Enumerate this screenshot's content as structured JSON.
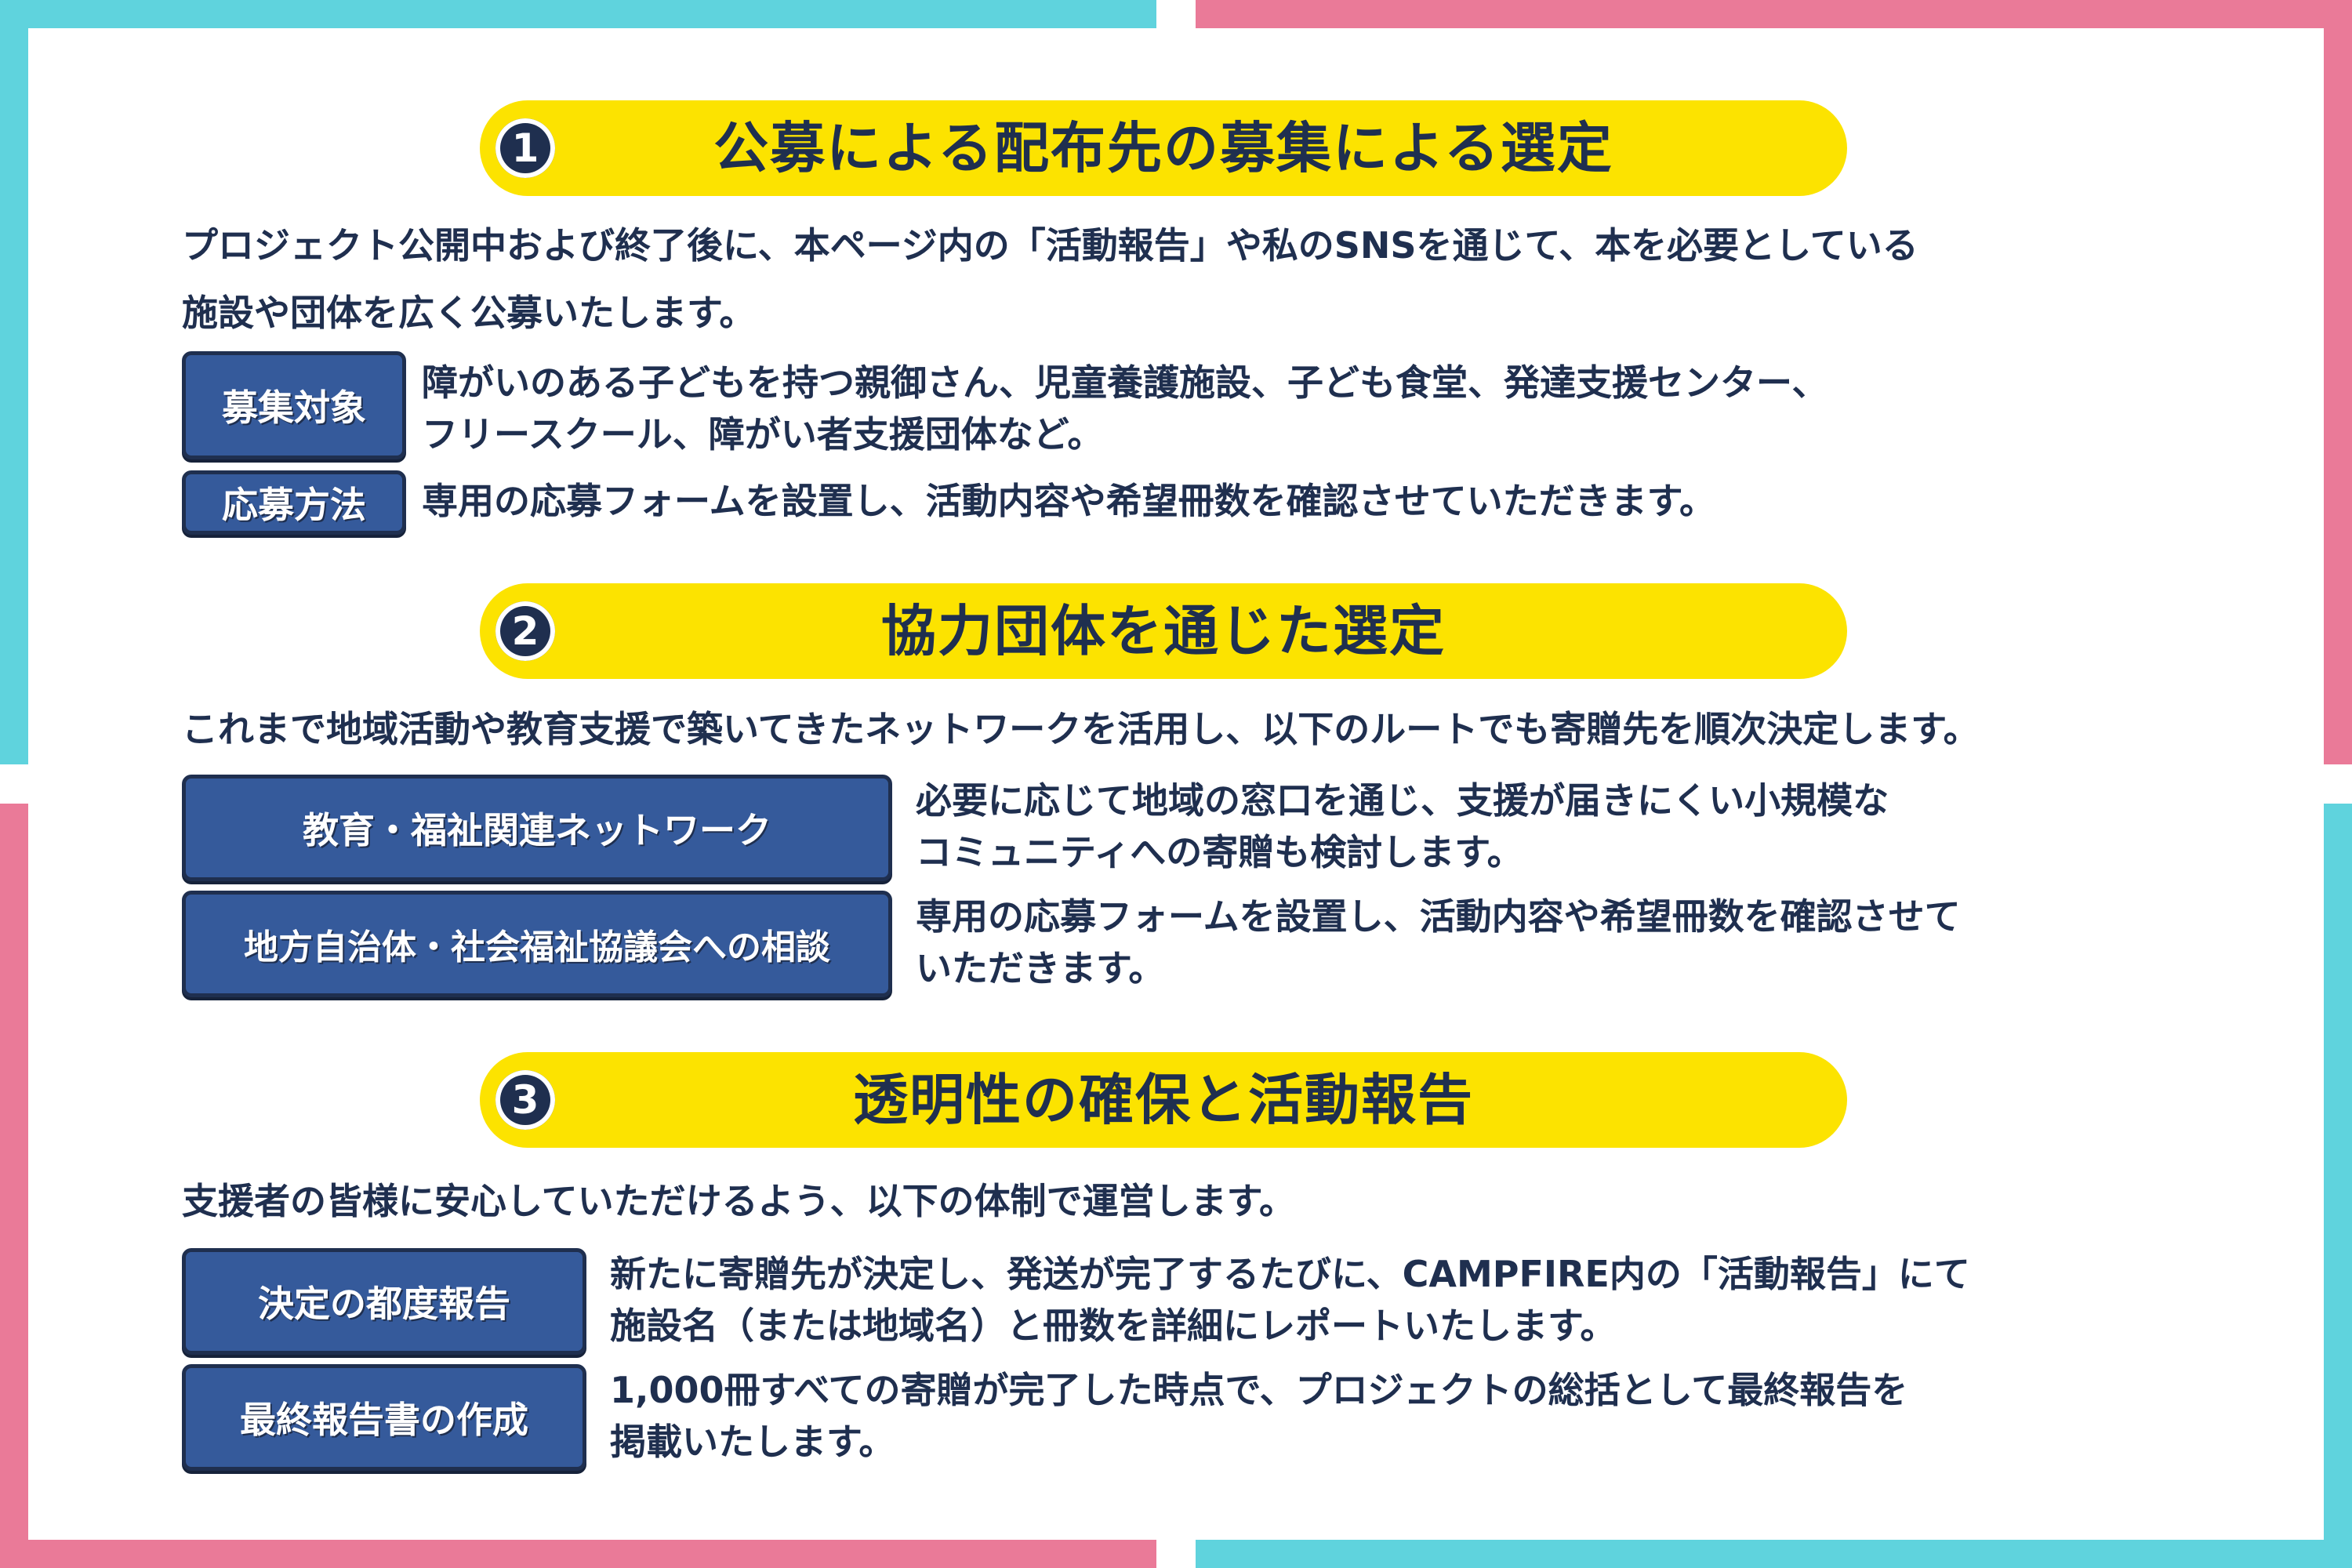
{
  "colors": {
    "teal": "#5fd3dd",
    "pink": "#ea7a98",
    "yellow": "#fce300",
    "navy": "#1f2f4f",
    "label_blue": "#355a9b"
  },
  "sections": [
    {
      "number": "1",
      "title": "公募による配布先の募集による選定",
      "intro": "プロジェクト公開中および終了後に、本ページ内の「活動報告」や私のSNSを通じて、本を必要としている\n施設や団体を広く公募いたします。",
      "items": [
        {
          "label": "募集対象",
          "text": "障がいのある子どもを持つ親御さん、児童養護施設、子ども食堂、発達支援センター、\nフリースクール、障がい者支援団体など。"
        },
        {
          "label": "応募方法",
          "text": "専用の応募フォームを設置し、活動内容や希望冊数を確認させていただきます。"
        }
      ]
    },
    {
      "number": "2",
      "title": "協力団体を通じた選定",
      "intro": "これまで地域活動や教育支援で築いてきたネットワークを活用し、以下のルートでも寄贈先を順次決定します。",
      "items": [
        {
          "label": "教育・福祉関連ネットワーク",
          "text": "必要に応じて地域の窓口を通じ、支援が届きにくい小規模な\nコミュニティへの寄贈も検討します。"
        },
        {
          "label": "地方自治体・社会福祉協議会への相談",
          "text": "専用の応募フォームを設置し、活動内容や希望冊数を確認させて\nいただきます。"
        }
      ]
    },
    {
      "number": "3",
      "title": "透明性の確保と活動報告",
      "intro": "支援者の皆様に安心していただけるよう、以下の体制で運営します。",
      "items": [
        {
          "label": "決定の都度報告",
          "text": "新たに寄贈先が決定し、発送が完了するたびに、CAMPFIRE内の「活動報告」にて\n施設名（または地域名）と冊数を詳細にレポートいたします。"
        },
        {
          "label": "最終報告書の作成",
          "text": "1,000冊すべての寄贈が完了した時点で、プロジェクトの総括として最終報告を\n掲載いたします。"
        }
      ]
    }
  ]
}
